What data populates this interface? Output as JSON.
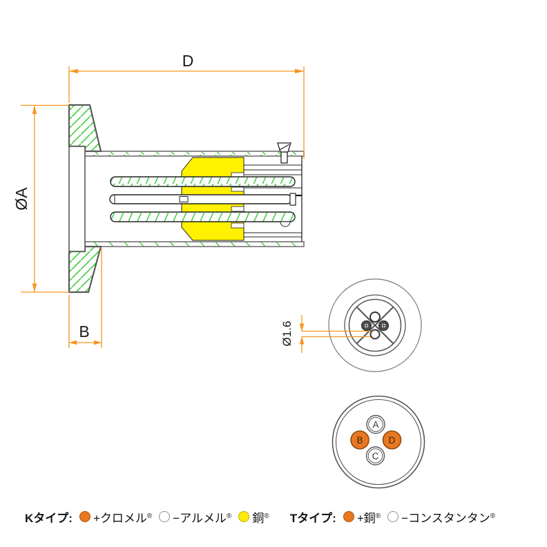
{
  "drawing": {
    "dim_d_label": "D",
    "dim_a_label": "ØA",
    "dim_b_label": "B",
    "dim_pin_label": "Ø1.6"
  },
  "connector_view": {
    "pin_top": "A",
    "pin_left": "B",
    "pin_bottom": "C",
    "pin_right": "D"
  },
  "legend": {
    "k_title": "Kタイプ:",
    "k_items": [
      {
        "swatch": "orange",
        "color": "#E87722",
        "label": "+クロメル",
        "mark": "®"
      },
      {
        "swatch": "white",
        "color": "#FFFFFF",
        "label": "−アルメル",
        "mark": "®"
      },
      {
        "swatch": "yellow",
        "color": "#FFE80C",
        "label": "銅",
        "mark": "®"
      }
    ],
    "t_title": "Tタイプ:",
    "t_items": [
      {
        "swatch": "orange",
        "color": "#E87722",
        "label": "+銅",
        "mark": "®"
      },
      {
        "swatch": "white",
        "color": "#FFFFFF",
        "label": "−コンスタンタン",
        "mark": "®"
      }
    ]
  },
  "colors": {
    "dim_orange": "#F7941D",
    "hatch_green": "#3ECC3E",
    "ins_yellow": "#FFF100",
    "pin_orange": "#E87722",
    "outline_gray": "#5A5A5A"
  }
}
